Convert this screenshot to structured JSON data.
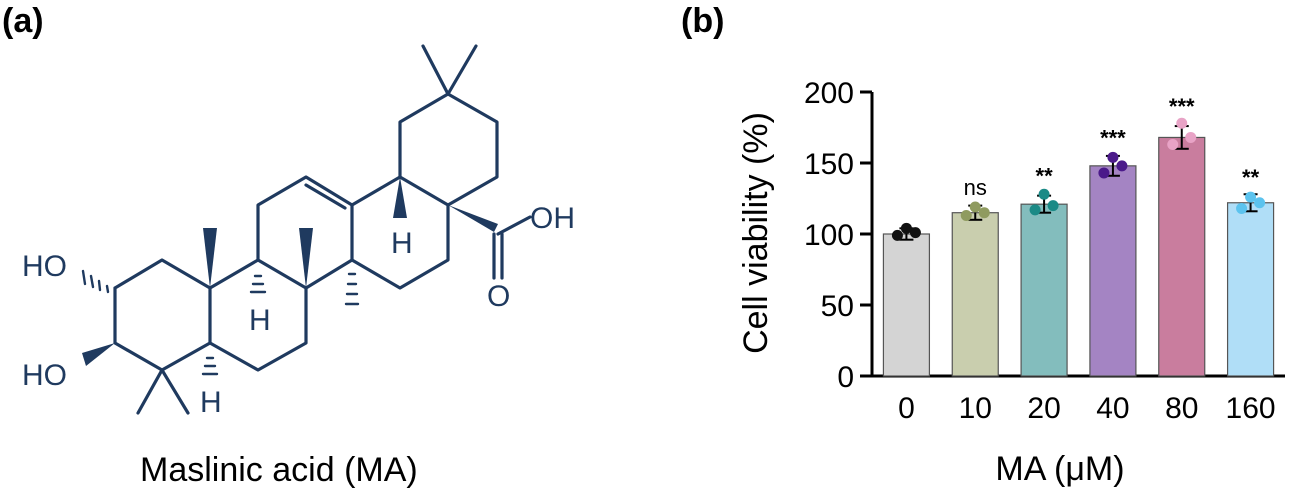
{
  "figure": {
    "panel_a_label": "(a)",
    "panel_b_label": "(b)",
    "molecule_caption": "Maslinic acid (MA)",
    "chem_labels": {
      "ho_top": "HO",
      "ho_bottom": "HO",
      "oh": "OH",
      "o": "O",
      "h1": "H",
      "h2": "H",
      "h3": "H"
    }
  },
  "chart_data": {
    "type": "bar",
    "xlabel": "MA (μM)",
    "ylabel": "Cell viability (%)",
    "ylim": [
      0,
      200
    ],
    "yticks": [
      "0",
      "50",
      "100",
      "150",
      "200"
    ],
    "categories": [
      "0",
      "10",
      "20",
      "40",
      "80",
      "160"
    ],
    "values": [
      100,
      115,
      121,
      148,
      168,
      122
    ],
    "errors": [
      4,
      5,
      6,
      7,
      8,
      6
    ],
    "points": [
      [
        99,
        101,
        104
      ],
      [
        113,
        115,
        119
      ],
      [
        117,
        120,
        128
      ],
      [
        143,
        148,
        154
      ],
      [
        163,
        168,
        178
      ],
      [
        118,
        122,
        126
      ]
    ],
    "significance": [
      "",
      "ns",
      "**",
      "***",
      "***",
      "**"
    ],
    "colors": {
      "bars": [
        "#d4d4d4",
        "#c9ceae",
        "#83bdbd",
        "#a484c3",
        "#c97d9e",
        "#b0def7"
      ],
      "points": [
        "#111111",
        "#8f9b5f",
        "#1b8a86",
        "#4b1a8a",
        "#e8a3c6",
        "#5cc3ee"
      ]
    },
    "grid": false
  }
}
